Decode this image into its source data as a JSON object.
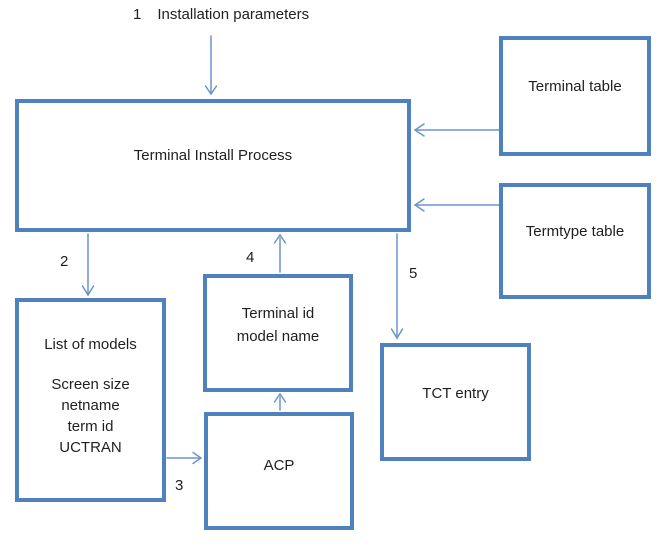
{
  "step_labels": {
    "s1_num": "1",
    "s1_text": "Installation parameters",
    "s2": "2",
    "s3": "3",
    "s4": "4",
    "s5": "5"
  },
  "boxes": {
    "terminal_install_process": "Terminal Install Process",
    "terminal_table": "Terminal table",
    "termtype_table": "Termtype table",
    "list_of_models": {
      "line1": "List of models",
      "line2": "Screen size",
      "line3": "netname",
      "line4": "term id",
      "line5": "UCTRAN"
    },
    "terminal_id_model": {
      "line1": "Terminal id",
      "line2": "model name"
    },
    "acp": "ACP",
    "tct_entry": "TCT entry"
  },
  "colors": {
    "box_border": "#4f81bd",
    "arrow_stroke": "#6b94c9",
    "text": "#1f1f1f",
    "background": "#ffffff"
  }
}
